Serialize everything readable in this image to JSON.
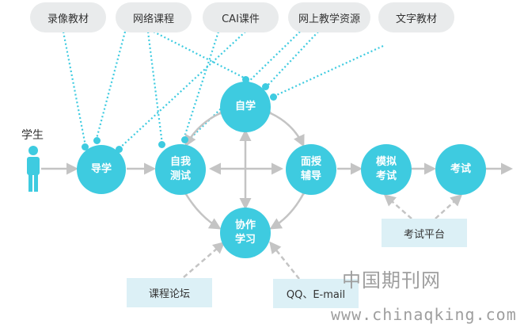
{
  "resources": [
    "录像教材",
    "网络课程",
    "CAI课件",
    "网上教学资源",
    "文字教材"
  ],
  "student_label": "学生",
  "nodes": {
    "guide": "导学",
    "selftest_1": "自我",
    "selftest_2": "测试",
    "selfstudy": "自学",
    "tutor_1": "面授",
    "tutor_2": "辅导",
    "collab_1": "协作",
    "collab_2": "学习",
    "mock_1": "模拟",
    "mock_2": "考试",
    "exam": "考试"
  },
  "boxes": {
    "exam_platform": "考试平台",
    "forum": "课程论坛",
    "qq_email": "QQ、E-mail"
  },
  "watermark": {
    "line1": "中国期刊网",
    "line2": "www.chinaqking.com"
  },
  "colors": {
    "accent": "#3ecbe0",
    "pill_bg": "#e9ebec",
    "box_bg": "#dcf0f6",
    "arrow_gray": "#c4c4c4"
  },
  "icon": "person-icon"
}
